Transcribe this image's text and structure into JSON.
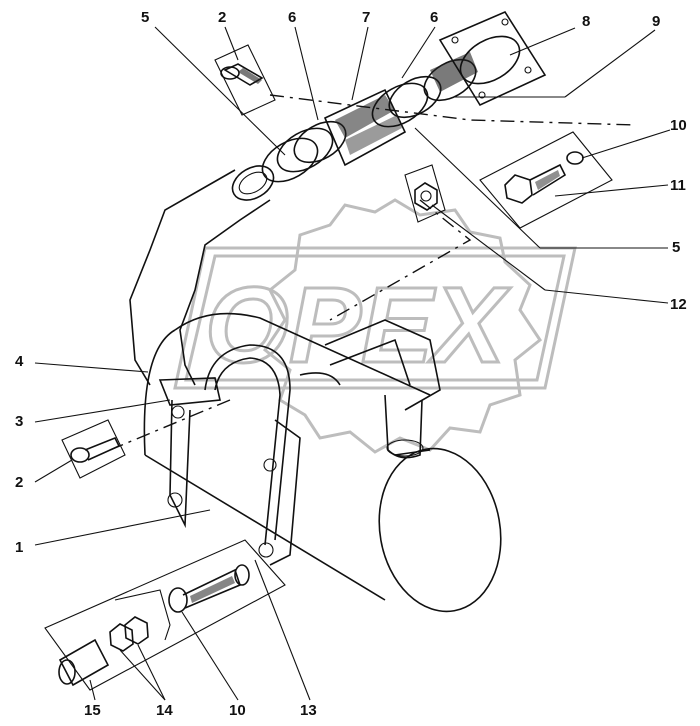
{
  "watermark": "OPEX",
  "callouts": {
    "c5_top": "5",
    "c2_top": "2",
    "c6_left": "6",
    "c7": "7",
    "c6_right": "6",
    "c8": "8",
    "c9": "9",
    "c10_right": "10",
    "c11": "11",
    "c5_right": "5",
    "c12": "12",
    "c4": "4",
    "c3": "3",
    "c2_left": "2",
    "c1": "1",
    "c15": "15",
    "c14": "14",
    "c10_bottom": "10",
    "c13": "13"
  }
}
